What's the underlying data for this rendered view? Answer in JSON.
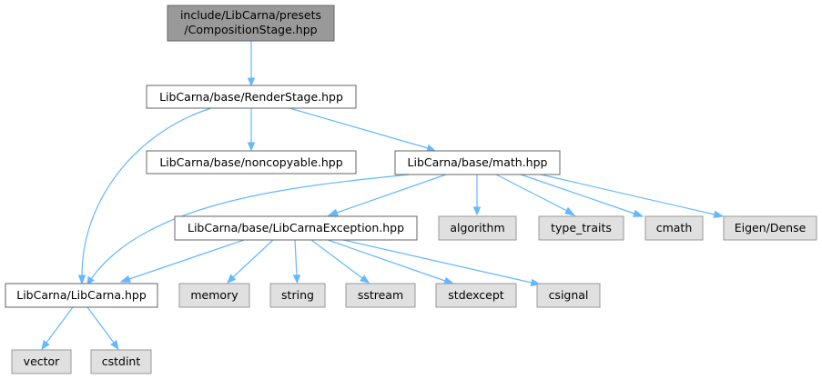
{
  "diagram": {
    "nodes": {
      "composition_stage": {
        "lines": [
          "include/LibCarna/presets",
          "/CompositionStage.hpp"
        ]
      },
      "render_stage": {
        "label": "LibCarna/base/RenderStage.hpp"
      },
      "noncopyable": {
        "label": "LibCarna/base/noncopyable.hpp"
      },
      "math": {
        "label": "LibCarna/base/math.hpp"
      },
      "libcarna_exception": {
        "label": "LibCarna/base/LibCarnaException.hpp"
      },
      "algorithm": {
        "label": "algorithm"
      },
      "type_traits": {
        "label": "type_traits"
      },
      "cmath": {
        "label": "cmath"
      },
      "eigen_dense": {
        "label": "Eigen/Dense"
      },
      "libcarna": {
        "label": "LibCarna/LibCarna.hpp"
      },
      "memory": {
        "label": "memory"
      },
      "string": {
        "label": "string"
      },
      "sstream": {
        "label": "sstream"
      },
      "stdexcept": {
        "label": "stdexcept"
      },
      "csignal": {
        "label": "csignal"
      },
      "vector": {
        "label": "vector"
      },
      "cstdint": {
        "label": "cstdint"
      }
    },
    "colors": {
      "edge": "#63b8ff",
      "root_fill": "#999999",
      "local_fill": "#ffffff",
      "system_fill": "#e0e0e0",
      "border_dark": "#666666",
      "border_light": "#999999"
    }
  }
}
